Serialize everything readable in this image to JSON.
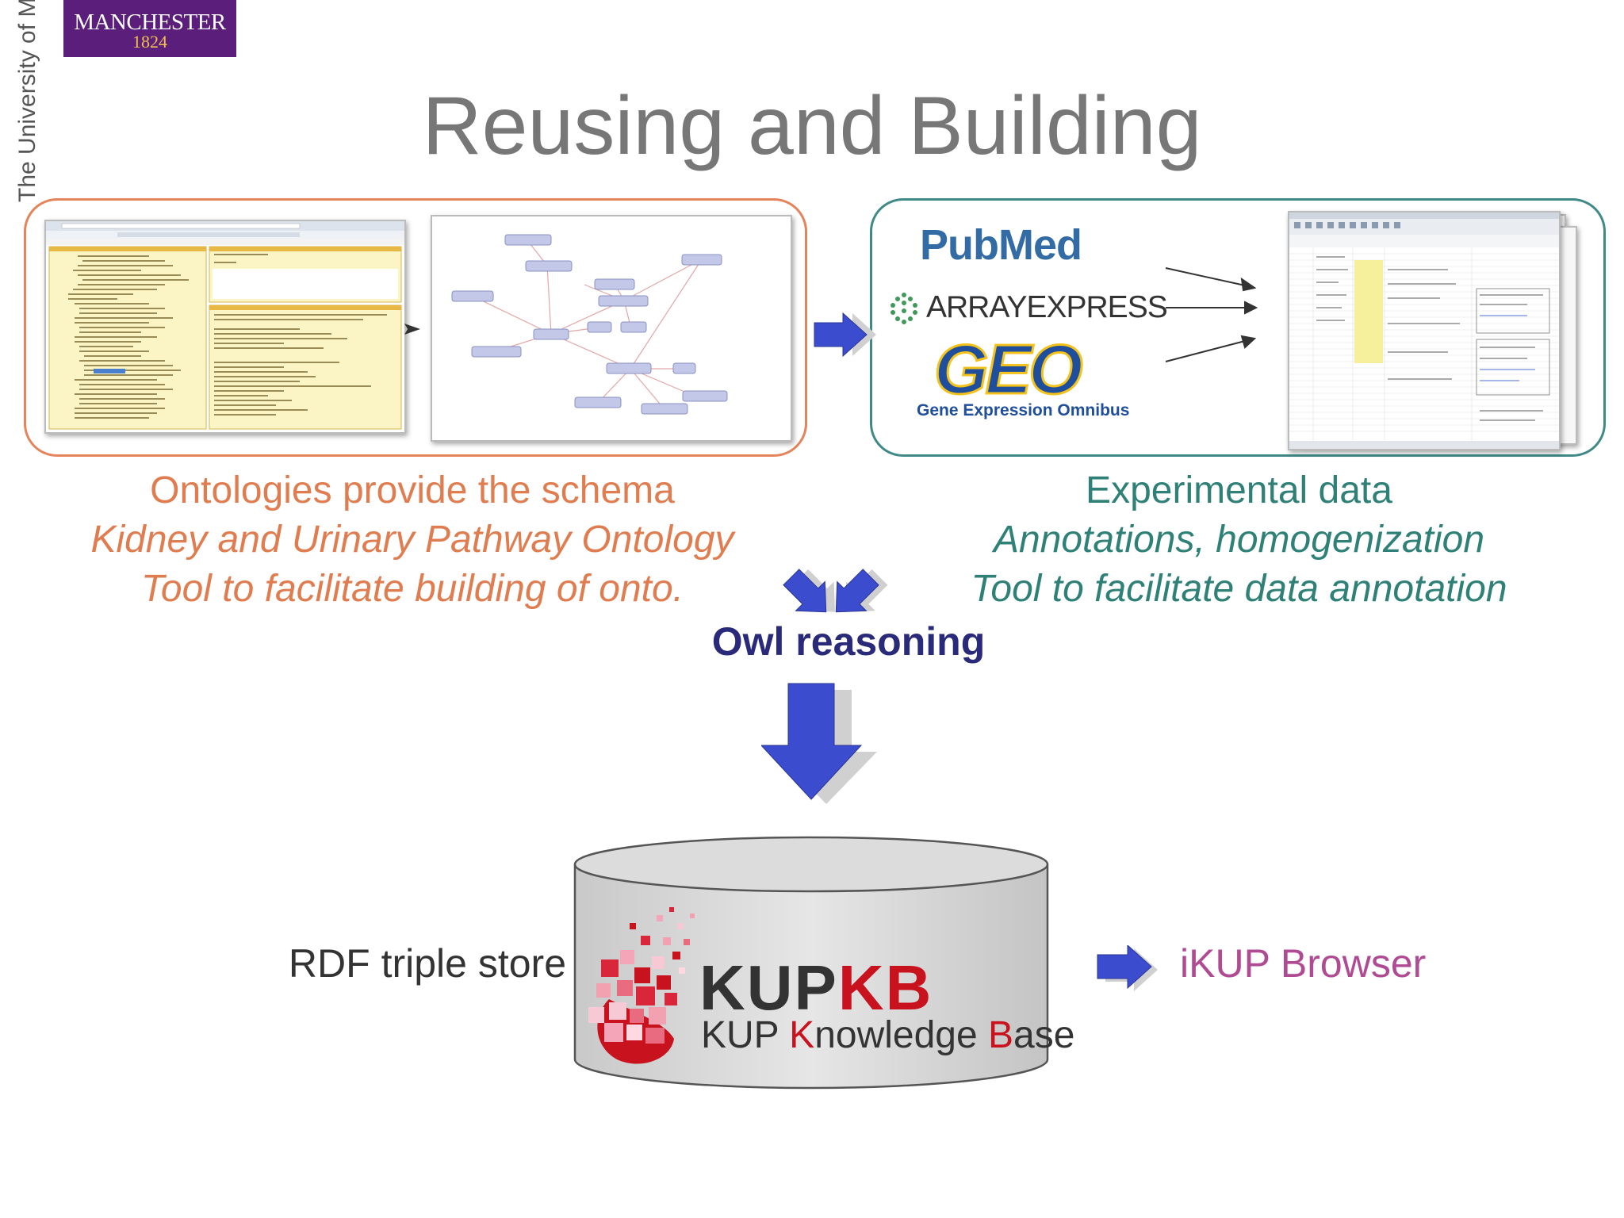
{
  "logo": {
    "line1": "MANCHESTER",
    "line2": "1824",
    "vertical": "The University of Manchester"
  },
  "title": "Reusing and Building",
  "left_panel": {
    "caption_line1": "Ontologies provide the schema",
    "caption_line2": "Kidney and Urinary Pathway Ontology",
    "caption_line3": "Tool to facilitate building of onto."
  },
  "right_panel": {
    "sources": [
      "PubMed",
      "ARRAYEXPRESS",
      "GEO",
      "Gene Expression Omnibus"
    ],
    "caption_line1": "Experimental data",
    "caption_line2": "Annotations, homogenization",
    "caption_line3": "Tool to facilitate data annotation"
  },
  "reasoning_label": "Owl reasoning",
  "database": {
    "left_label": "RDF triple store",
    "title_part1": "KUP",
    "title_part2": "KB",
    "subtitle_k": "K",
    "subtitle_1": "UP ",
    "subtitle_2": "nowledge ",
    "subtitle_b": "B",
    "subtitle_3": "ase"
  },
  "browser_label": "iKUP Browser",
  "colors": {
    "ontology_accent": "#e5835a",
    "data_accent": "#3f8a86",
    "reasoning_text": "#2a2a7a",
    "arrow_blue": "#3b4ccf",
    "kb_red": "#c8121e",
    "browser_text": "#b04a93"
  }
}
